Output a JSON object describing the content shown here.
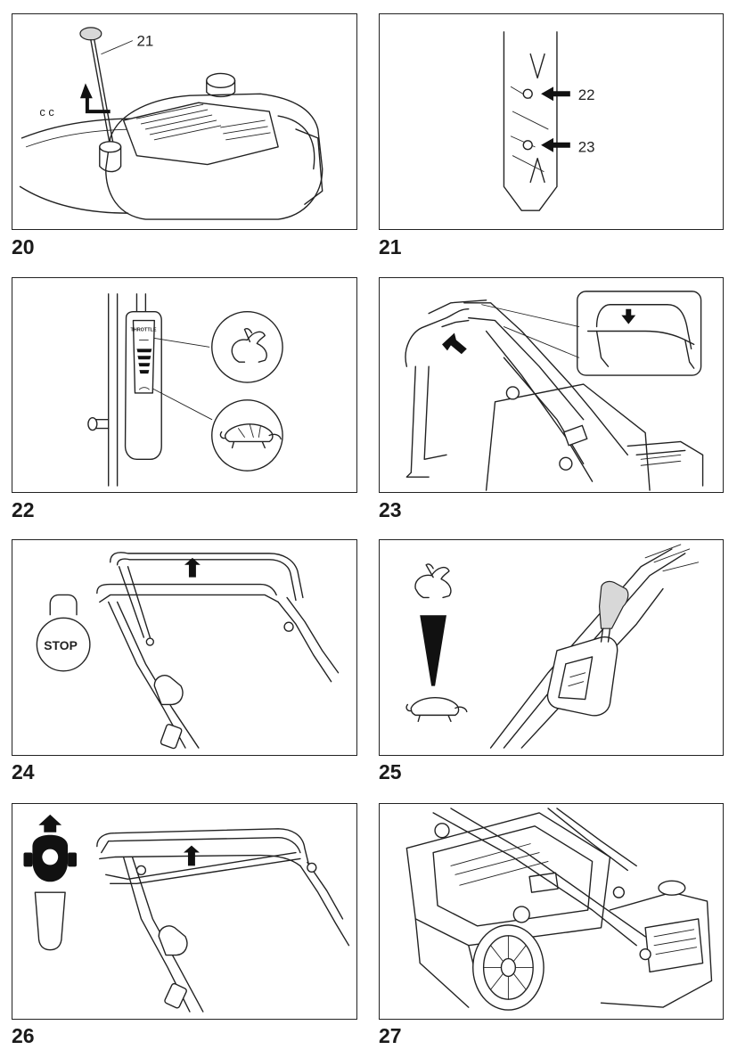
{
  "figures": [
    {
      "number": "20",
      "callouts": [
        "21"
      ]
    },
    {
      "number": "21",
      "callouts": [
        "22",
        "23"
      ]
    },
    {
      "number": "22",
      "callouts": [],
      "throttle_text": "THROTTLE"
    },
    {
      "number": "23",
      "callouts": []
    },
    {
      "number": "24",
      "callouts": [],
      "stop_text": "STOP"
    },
    {
      "number": "25",
      "callouts": []
    },
    {
      "number": "26",
      "callouts": []
    },
    {
      "number": "27",
      "callouts": []
    }
  ],
  "icons": [
    "rabbit-icon",
    "turtle-icon",
    "stop-icon",
    "arrow-up-icon",
    "drive-control-icon"
  ]
}
